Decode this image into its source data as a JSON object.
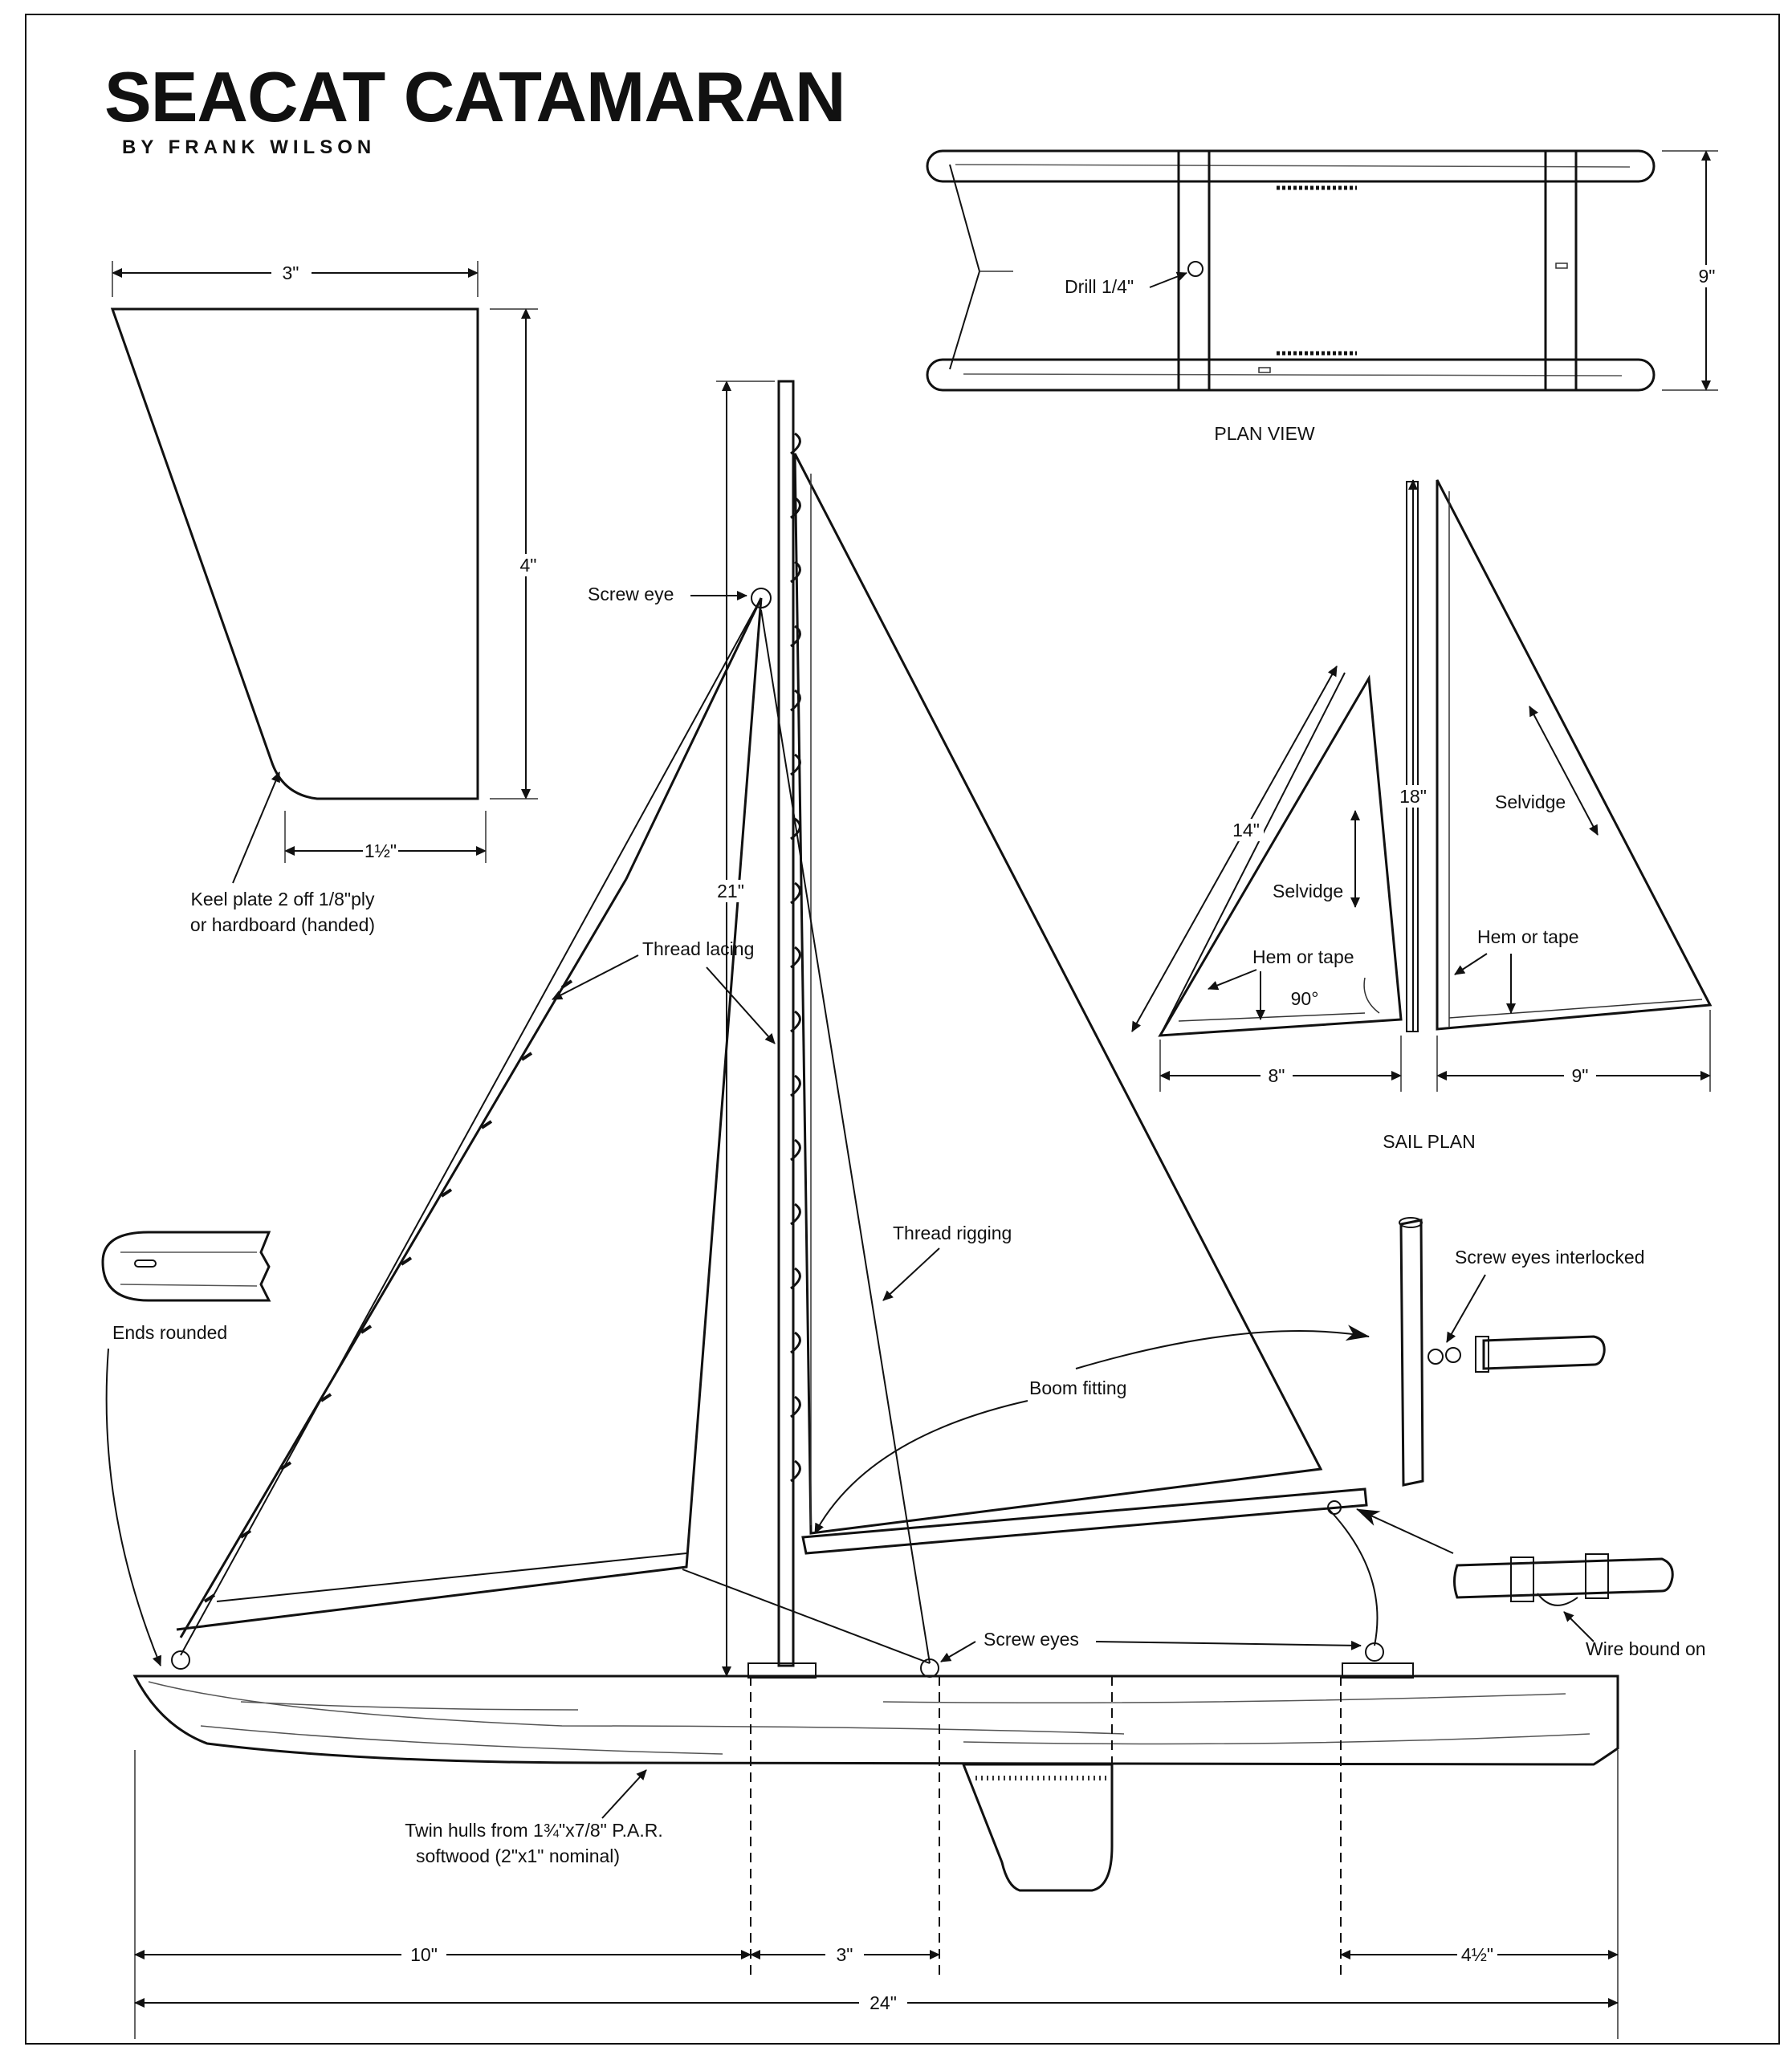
{
  "header": {
    "title": "SEACAT CATAMARAN",
    "byline": "BY FRANK WILSON"
  },
  "keel_plate": {
    "dim_top": "3\"",
    "dim_height": "4\"",
    "dim_bottom": "1½\"",
    "label_line1": "Keel plate  2 off 1/8\"ply",
    "label_line2": "or hardboard (handed)"
  },
  "plan_view": {
    "title": "PLAN VIEW",
    "drill_label": "Drill 1/4\"",
    "dim_width": "9\""
  },
  "sail_plan": {
    "title": "SAIL PLAN",
    "jib_luff": "14\"",
    "mast_height": "18\"",
    "jib_foot": "8\"",
    "main_foot": "9\"",
    "selvidge_jib": "Selvidge",
    "selvidge_main": "Selvidge",
    "hem_jib": "Hem or tape",
    "hem_main": "Hem or tape",
    "angle": "90°"
  },
  "main_drawing": {
    "screw_eye": "Screw eye",
    "thread_lacing": "Thread lacing",
    "mast_height": "21\"",
    "thread_rigging": "Thread  rigging",
    "boom_fitting": "Boom fitting",
    "screw_eyes": "Screw eyes",
    "ends_rounded": "Ends rounded",
    "hull_line1": "Twin hulls from 1¾\"x7/8\" P.A.R.",
    "hull_line2": "softwood (2\"x1\" nominal)",
    "dim_bow_mast": "10\"",
    "dim_mast_keel": "3\"",
    "dim_stern": "4½\"",
    "dim_overall": "24\""
  },
  "details": {
    "screw_eyes_interlocked": "Screw eyes interlocked",
    "wire_bound_on": "Wire bound on"
  }
}
